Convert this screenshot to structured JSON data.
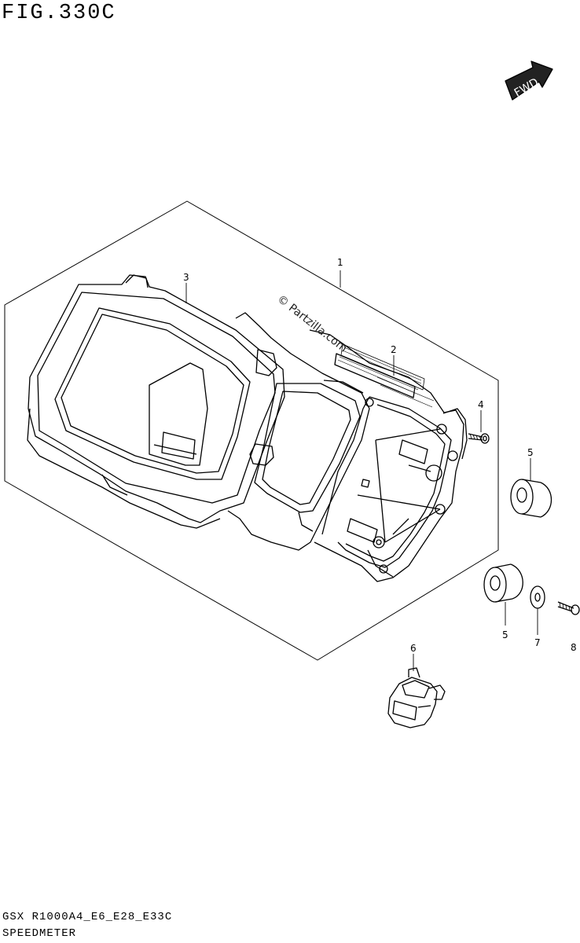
{
  "figure_label": "FIG.330C",
  "diagram_code": "GSX R1000A4_E6_E28_E33C",
  "section_title": "SPEEDMETER",
  "watermark": "© Partzilla.com",
  "fwd_label": "FWD",
  "callouts": [
    "1",
    "2",
    "3",
    "4",
    "5",
    "5",
    "6",
    "7",
    "8"
  ],
  "colors": {
    "line": "#000000",
    "background": "#ffffff",
    "arrow_fill": "#222222"
  }
}
